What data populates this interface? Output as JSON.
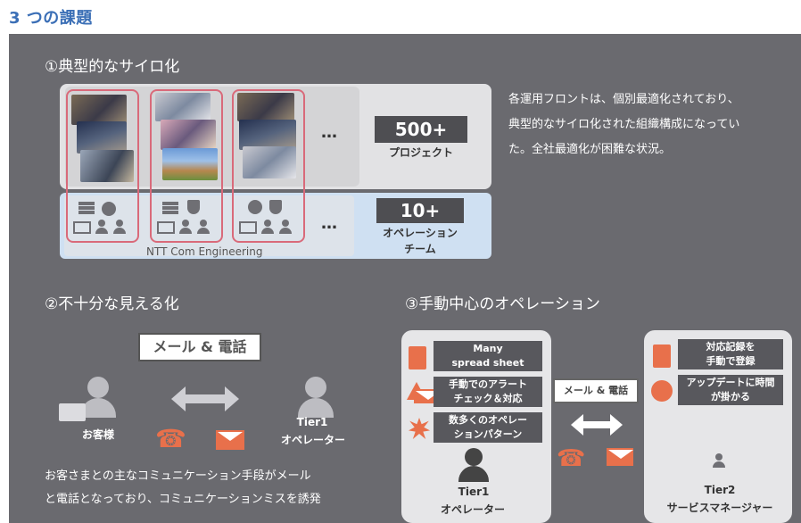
{
  "page": {
    "heading": "3 つの課題"
  },
  "section1": {
    "title": "①典型的なサイロ化",
    "ellipsis": "…",
    "projects_count": "500+",
    "projects_label": "プロジェクト",
    "teams_count": "10+",
    "teams_label_line1": "オペレーション",
    "teams_label_line2": "チーム",
    "company": "NTT Com Engineering",
    "description_line1": "各運用フロントは、個別最適化されており、",
    "description_line2": "典型的なサイロ化された組織構成になってい",
    "description_line3": "た。全社最適化が困難な状況。"
  },
  "section2": {
    "title": "②不十分な見える化",
    "channel_box": "メール & 電話",
    "customer_label": "お客様",
    "tier_label": "Tier1",
    "operator_label": "オペレーター",
    "phone_glyph": "☎",
    "description_line1": "お客さまとの主なコミュニケーション手段がメール",
    "description_line2": "と電話となっており、コミュニケーションミスを誘発"
  },
  "section3": {
    "title": "③手動中心のオペレーション",
    "left_items": [
      {
        "line1": "Many",
        "line2": "spread sheet",
        "icon": "document-icon"
      },
      {
        "line1": "手動でのアラート",
        "line2": "チェック＆対応",
        "icon": "warning-mail-icon"
      },
      {
        "line1": "数多くのオペレー",
        "line2": "ションパターン",
        "icon": "burst-icon"
      }
    ],
    "left_role_line1": "Tier1",
    "left_role_line2": "オペレーター",
    "middle_box": "メール & 電話",
    "phone_glyph": "☎",
    "right_items": [
      {
        "line1": "対応記録を",
        "line2": "手動で登録",
        "icon": "document-icon"
      },
      {
        "line1": "アップデートに時間",
        "line2": "が掛かる",
        "icon": "clock-icon"
      }
    ],
    "right_role_line1": "Tier2",
    "right_role_line2": "サービスマネージャー"
  },
  "colors": {
    "slide_bg": "#6a6a6f",
    "heading": "#3b6fb6",
    "accent_orange": "#e8704b",
    "silo_frame": "#d96a7a",
    "team_band": "#cfe0f2"
  }
}
